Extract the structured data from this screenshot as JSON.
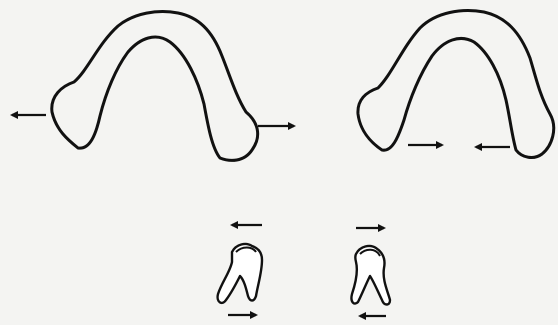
{
  "colors": {
    "background": "#f4f4f2",
    "stroke": "#111111"
  },
  "figure": {
    "panels": [
      {
        "name": "left-arch",
        "arrow_direction": "outward"
      },
      {
        "name": "right-arch",
        "arrow_direction": "inward"
      }
    ],
    "teeth": [
      {
        "name": "left-tooth",
        "top_arrow": "left",
        "bottom_arrow": "right"
      },
      {
        "name": "right-tooth",
        "top_arrow": "right",
        "bottom_arrow": "left"
      }
    ]
  }
}
